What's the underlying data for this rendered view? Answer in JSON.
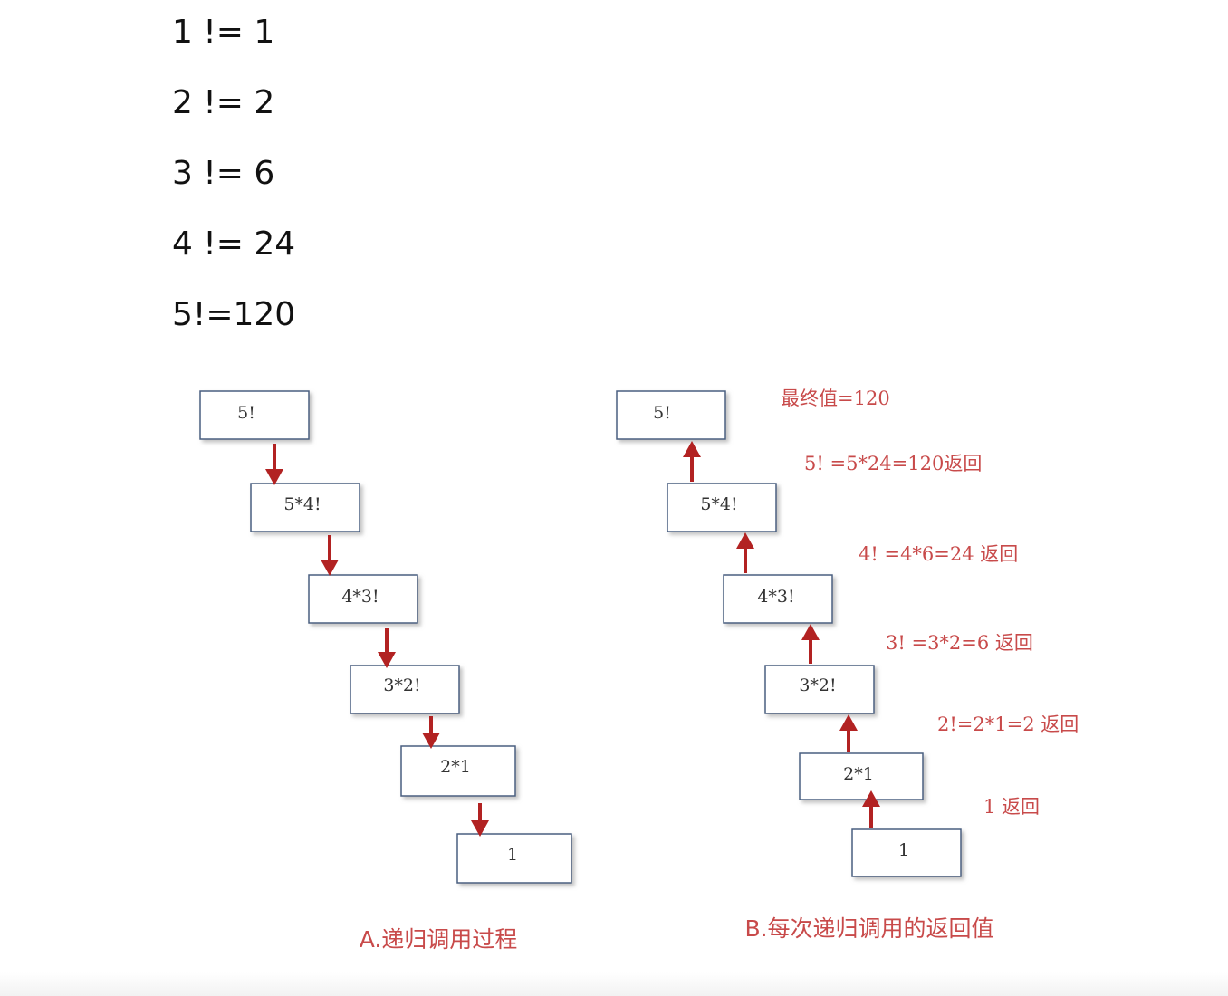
{
  "factorials": [
    "1 != 1",
    "2 != 2",
    "3 != 6",
    "4 != 24",
    "5!=120"
  ],
  "diagram_a": {
    "caption": "A.递归调用过程",
    "boxes": [
      "5!",
      "5*4!",
      "4*3!",
      "3*2!",
      "2*1",
      "1"
    ]
  },
  "diagram_b": {
    "caption": "B.每次递归调用的返回值",
    "boxes": [
      "5!",
      "5*4!",
      "4*3!",
      "3*2!",
      "2*1",
      "1"
    ],
    "annotations": [
      "最终值=120",
      "5! =5*24=120返回",
      "4! =4*6=24 返回",
      "3! =3*2=6 返回",
      "2!=2*1=2 返回",
      "1 返回"
    ]
  },
  "colors": {
    "arrow": "#b22222",
    "box_border": "#4a5e80",
    "annotation": "#c84a4a",
    "text": "#111111"
  }
}
